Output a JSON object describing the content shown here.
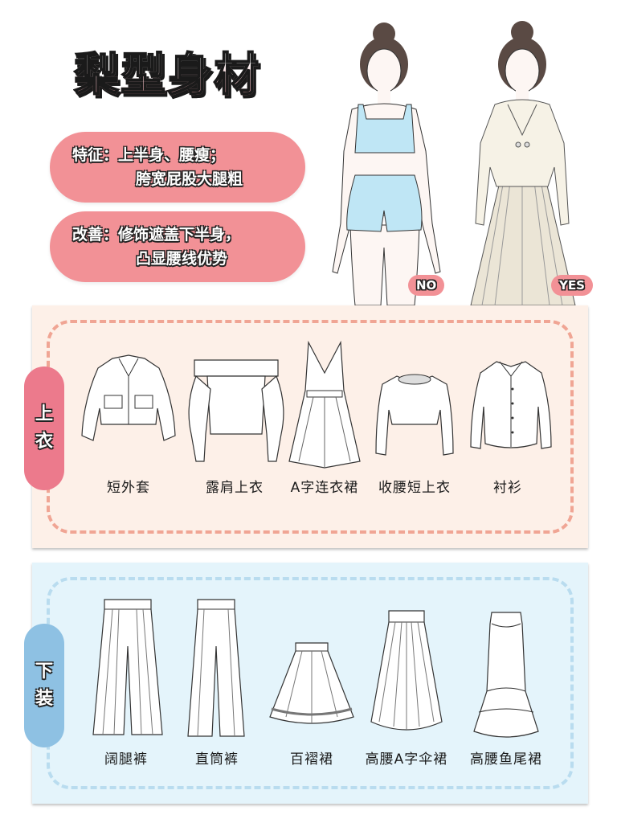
{
  "title": "梨型身材",
  "feature": {
    "label": "特征：",
    "line1": "上半身、腰瘦；",
    "line2": "胯宽屁股大腿粗"
  },
  "improve": {
    "label": "改善：",
    "line1": "修饰遮盖下半身，",
    "line2": "凸显腰线优势"
  },
  "figures": {
    "no_label": "NO",
    "yes_label": "YES"
  },
  "tops": {
    "tab_label_1": "上",
    "tab_label_2": "衣",
    "items": [
      {
        "label": "短外套",
        "icon": "cropped-jacket-icon"
      },
      {
        "label": "露肩上衣",
        "icon": "off-shoulder-top-icon"
      },
      {
        "label": "A字连衣裙",
        "icon": "a-line-dress-icon"
      },
      {
        "label": "收腰短上衣",
        "icon": "cropped-fitted-top-icon"
      },
      {
        "label": "衬衫",
        "icon": "shirt-icon"
      }
    ]
  },
  "bottoms": {
    "tab_label_1": "下",
    "tab_label_2": "装",
    "items": [
      {
        "label": "阔腿裤",
        "icon": "wide-leg-pants-icon"
      },
      {
        "label": "直筒裤",
        "icon": "straight-pants-icon"
      },
      {
        "label": "百褶裙",
        "icon": "pleated-skirt-icon"
      },
      {
        "label": "高腰A字伞裙",
        "icon": "high-waist-a-line-skirt-icon"
      },
      {
        "label": "高腰鱼尾裙",
        "icon": "high-waist-mermaid-skirt-icon"
      }
    ]
  },
  "colors": {
    "pink_pill": "#f29196",
    "pink_tab": "#ec7a8c",
    "blue_tab": "#8ec1e3",
    "tops_panel_bg": "#fdf0e8",
    "bottoms_panel_bg": "#e4f4fb",
    "outfit_blue": "#bfe6f5",
    "outfit_cream": "#f1ece0"
  }
}
